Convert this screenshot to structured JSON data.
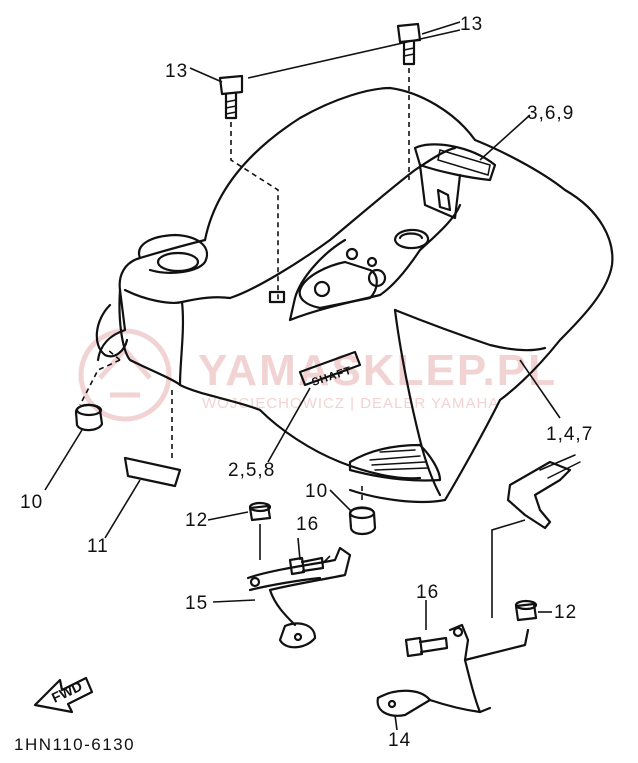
{
  "diagram": {
    "drawing_code": "1HN110-6130",
    "fwd_label": "FWD",
    "shaft_label": "SHAFT",
    "callouts": [
      {
        "id": "c13a",
        "text": "13"
      },
      {
        "id": "c13b",
        "text": "13"
      },
      {
        "id": "c369",
        "text": "3,6,9"
      },
      {
        "id": "c147",
        "text": "1,4,7"
      },
      {
        "id": "c258",
        "text": "2,5,8"
      },
      {
        "id": "c10a",
        "text": "10"
      },
      {
        "id": "c10b",
        "text": "10"
      },
      {
        "id": "c11",
        "text": "11"
      },
      {
        "id": "c12a",
        "text": "12"
      },
      {
        "id": "c12b",
        "text": "12"
      },
      {
        "id": "c16a",
        "text": "16"
      },
      {
        "id": "c16b",
        "text": "16"
      },
      {
        "id": "c15",
        "text": "15"
      },
      {
        "id": "c14",
        "text": "14"
      }
    ]
  },
  "watermark": {
    "brand": "YAMASKLEP.PL",
    "tagline": "WOJCIECHOWICZ | DEALER YAMAHA",
    "color": "#f1d3d3"
  }
}
